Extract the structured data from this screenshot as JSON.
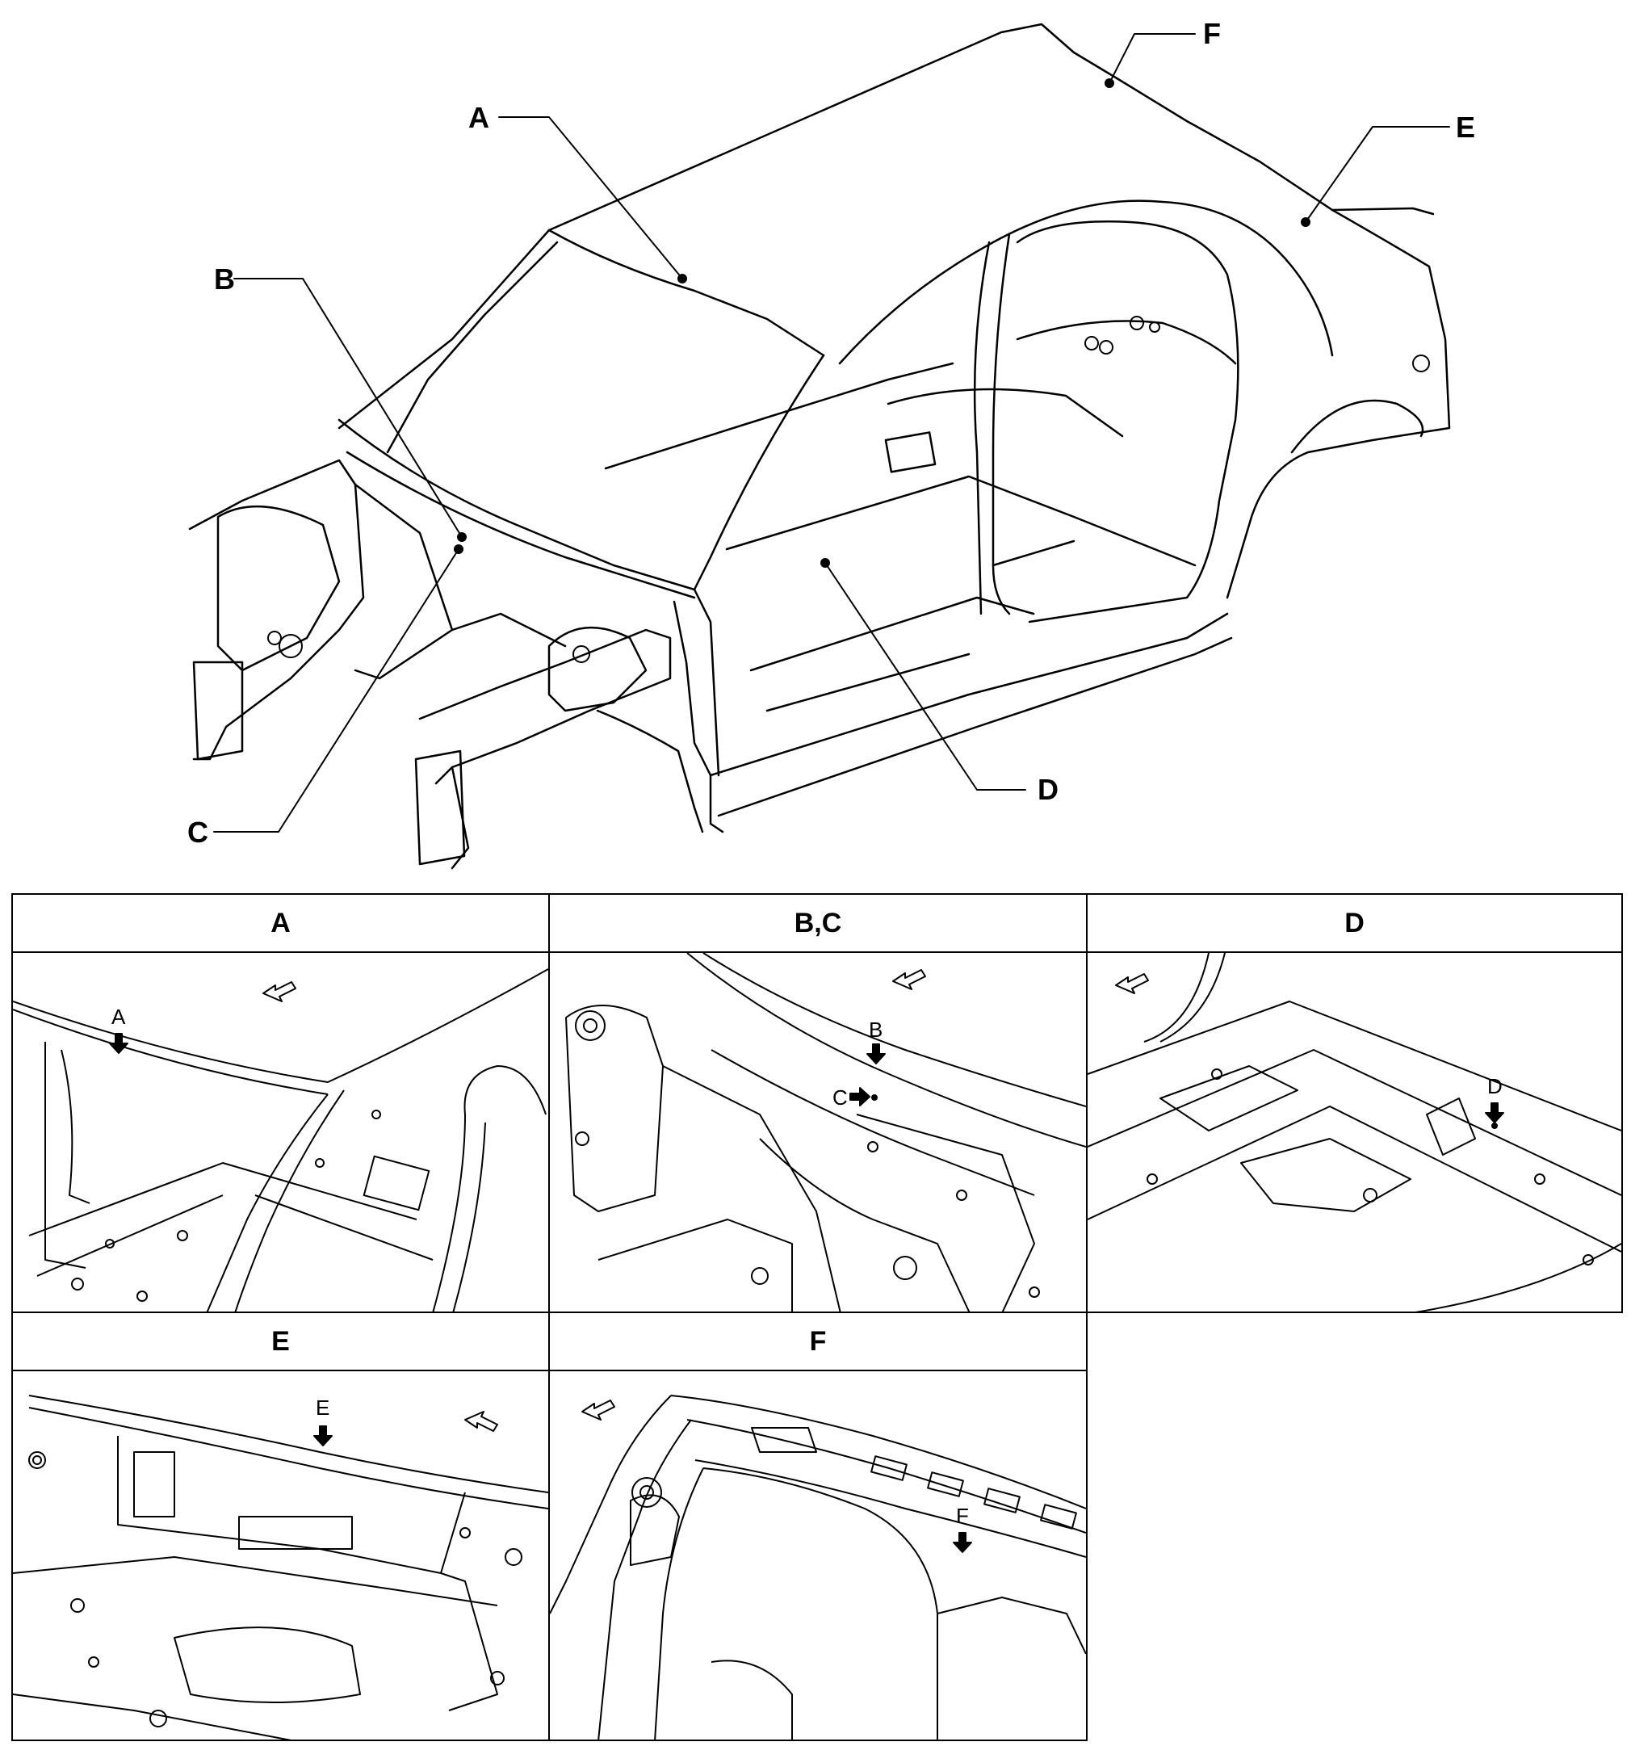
{
  "main_view": {
    "callouts": {
      "a": "A",
      "b": "B",
      "c": "C",
      "d": "D",
      "e": "E",
      "f": "F"
    }
  },
  "details": {
    "a": {
      "title": "A",
      "marker": "A"
    },
    "bc": {
      "title": "B,C",
      "marker_b": "B",
      "marker_c": "C"
    },
    "d": {
      "title": "D",
      "marker": "D"
    },
    "e": {
      "title": "E",
      "marker": "E"
    },
    "f": {
      "title": "F",
      "marker": "F"
    }
  }
}
